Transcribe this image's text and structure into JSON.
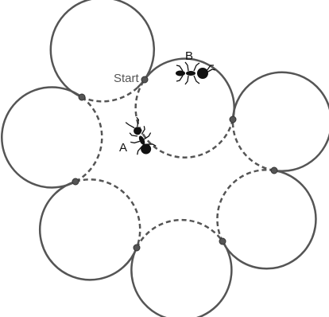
{
  "diagram": {
    "labels": {
      "start": "Start",
      "ant_a": "A",
      "ant_b": "B"
    },
    "circle_count": 7,
    "icons": {
      "ant_a": "ant-icon",
      "ant_b": "ant-icon"
    },
    "colors": {
      "stroke": "#555555",
      "junction": "#555555",
      "ant": "#111111",
      "label": "#555555"
    }
  }
}
